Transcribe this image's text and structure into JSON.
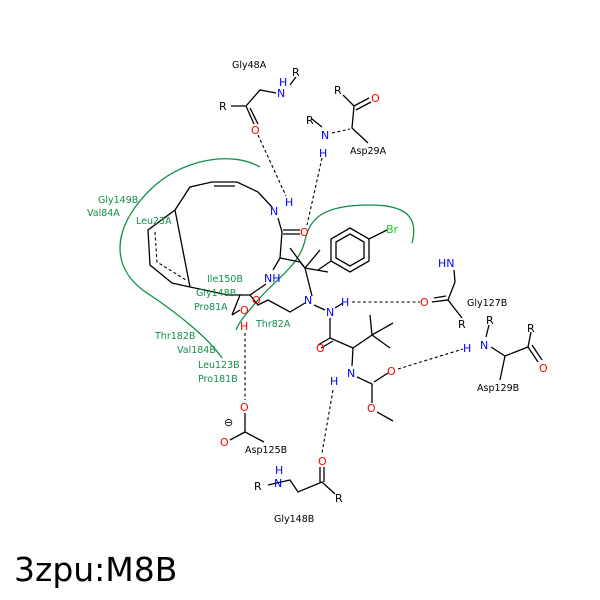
{
  "title": "3zpu:M8B",
  "colors": {
    "hydrophobic": "#109048",
    "nitrogen": "#0000ff",
    "oxygen": "#ff0000",
    "bromine": "#22cc22"
  },
  "residues": {
    "gly48a": "Gly48A",
    "asp29a": "Asp29A",
    "gly127b": "Gly127B",
    "asp129b": "Asp129B",
    "asp125b": "Asp125B",
    "gly148b_bottom": "Gly148B"
  },
  "hydrophobic_residues": [
    "Gly149B",
    "Val84A",
    "Leu23A",
    "Ile150B",
    "Gly148B",
    "Pro81A",
    "Thr82A",
    "Thr182B",
    "Val184B",
    "Leu123B",
    "Pro181B"
  ],
  "atoms": {
    "N": "N",
    "H": "H",
    "O": "O",
    "R": "R",
    "NH": "NH",
    "HN": "HN",
    "Br": "Br",
    "minus": "⊖"
  }
}
